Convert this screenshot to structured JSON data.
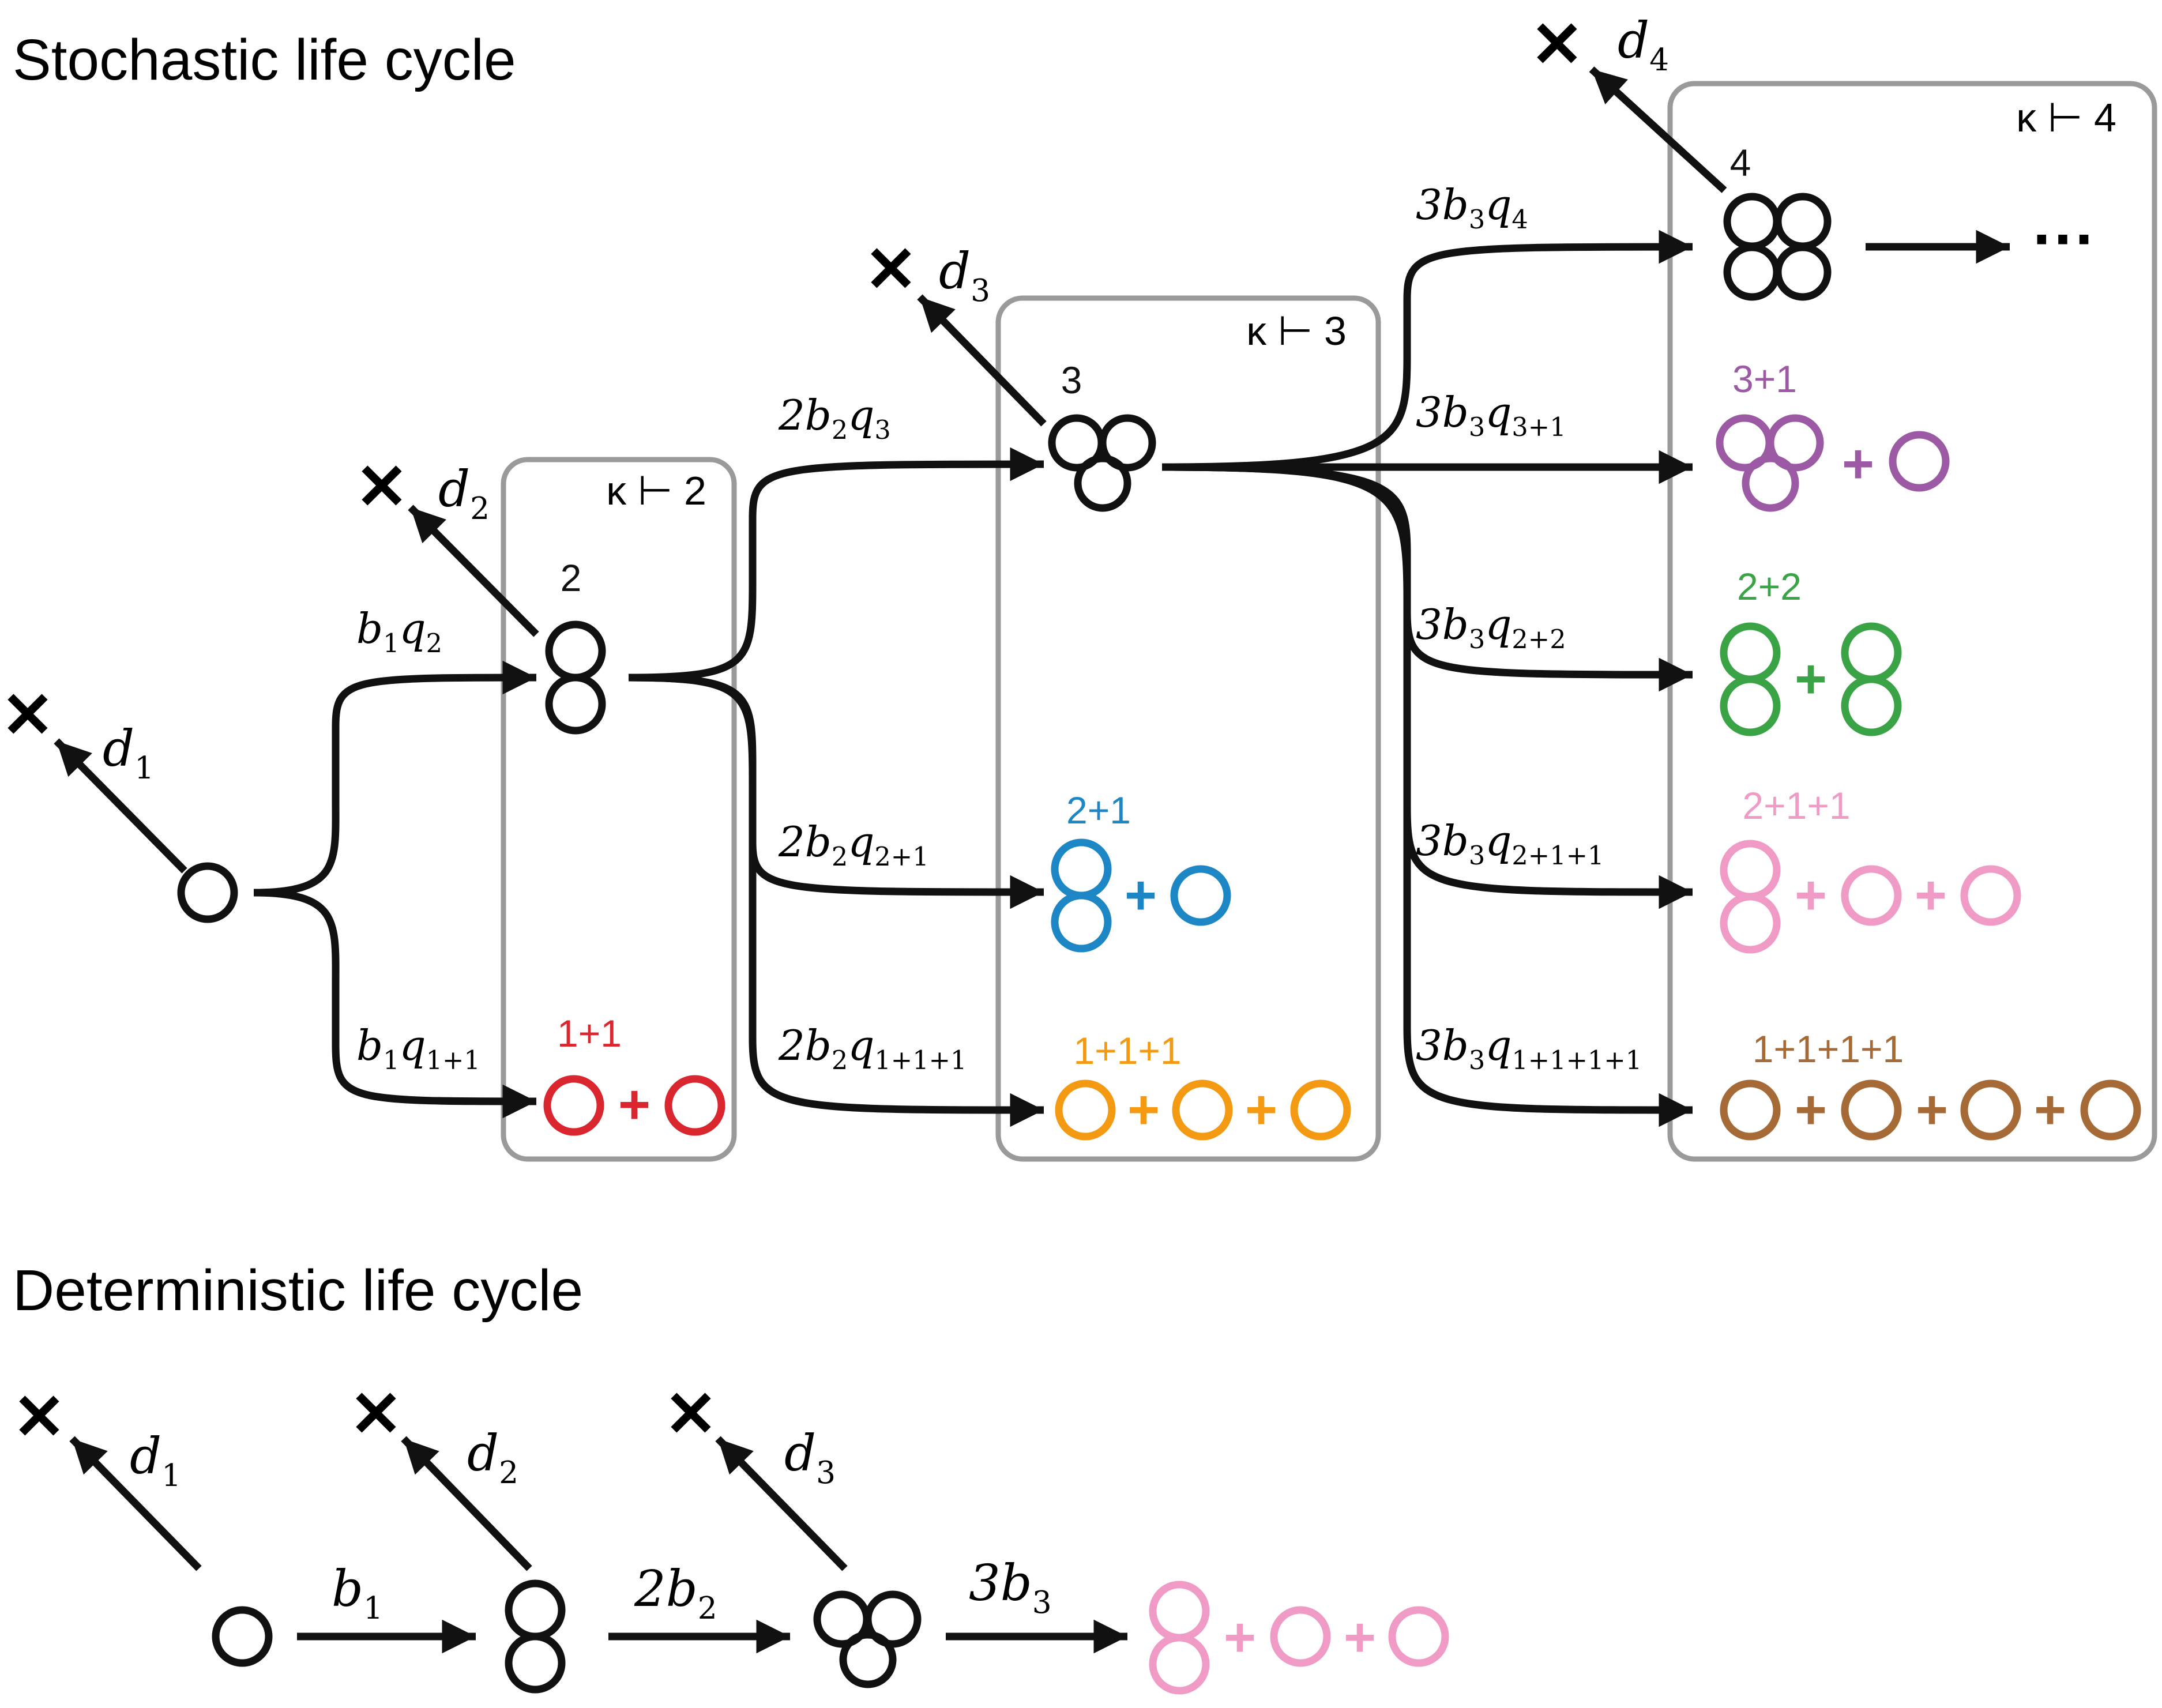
{
  "headings": {
    "stochastic": "Stochastic life cycle",
    "deterministic": "Deterministic life cycle"
  },
  "colors": {
    "black": "#111111",
    "box": "#9a9a9a",
    "p_1_1": "#d9262f",
    "p_2_1": "#1d86c4",
    "p_1_1_1": "#f39a12",
    "p_3_1": "#9b5aa3",
    "p_2_2": "#3aa345",
    "p_2_1_1": "#f09bc6",
    "p_1_1_1_1": "#a56a36"
  },
  "stochastic": {
    "death_symbol": "✕",
    "death_rates": [
      {
        "base": "d",
        "sub": "1"
      },
      {
        "base": "d",
        "sub": "2"
      },
      {
        "base": "d",
        "sub": "3"
      },
      {
        "base": "d",
        "sub": "4"
      }
    ],
    "partition_boxes": [
      "κ ⊢ 2",
      "κ ⊢ 3",
      "κ ⊢ 4"
    ],
    "size_labels": {
      "two": "2",
      "three": "3",
      "four": "4",
      "p_1_1": "1+1",
      "p_2_1": "2+1",
      "p_1_1_1": "1+1+1",
      "p_3_1": "3+1",
      "p_2_2": "2+2",
      "p_2_1_1": "2+1+1",
      "p_1_1_1_1": "1+1+1+1"
    },
    "transition_rates": {
      "b1q2": {
        "pre": "b",
        "pre_sub": "1",
        "q": "q",
        "q_sub": "2"
      },
      "b1q11": {
        "pre": "b",
        "pre_sub": "1",
        "q": "q",
        "q_sub": "1+1"
      },
      "b2q3": {
        "pre": "2b",
        "pre_sub": "2",
        "q": "q",
        "q_sub": "3"
      },
      "b2q21": {
        "pre": "2b",
        "pre_sub": "2",
        "q": "q",
        "q_sub": "2+1"
      },
      "b2q111": {
        "pre": "2b",
        "pre_sub": "2",
        "q": "q",
        "q_sub": "1+1+1"
      },
      "b3q4": {
        "pre": "3b",
        "pre_sub": "3",
        "q": "q",
        "q_sub": "4"
      },
      "b3q31": {
        "pre": "3b",
        "pre_sub": "3",
        "q": "q",
        "q_sub": "3+1"
      },
      "b3q22": {
        "pre": "3b",
        "pre_sub": "3",
        "q": "q",
        "q_sub": "2+2"
      },
      "b3q211": {
        "pre": "3b",
        "pre_sub": "3",
        "q": "q",
        "q_sub": "2+1+1"
      },
      "b3q1111": {
        "pre": "3b",
        "pre_sub": "3",
        "q": "q",
        "q_sub": "1+1+1+1"
      }
    },
    "continuation": "···",
    "plus_sign": "+"
  },
  "deterministic": {
    "death_rates": [
      {
        "base": "d",
        "sub": "1"
      },
      {
        "base": "d",
        "sub": "2"
      },
      {
        "base": "d",
        "sub": "3"
      }
    ],
    "growth_rates": [
      {
        "pre": "b",
        "sub": "1"
      },
      {
        "pre": "2b",
        "sub": "2"
      },
      {
        "pre": "3b",
        "sub": "3"
      }
    ]
  }
}
